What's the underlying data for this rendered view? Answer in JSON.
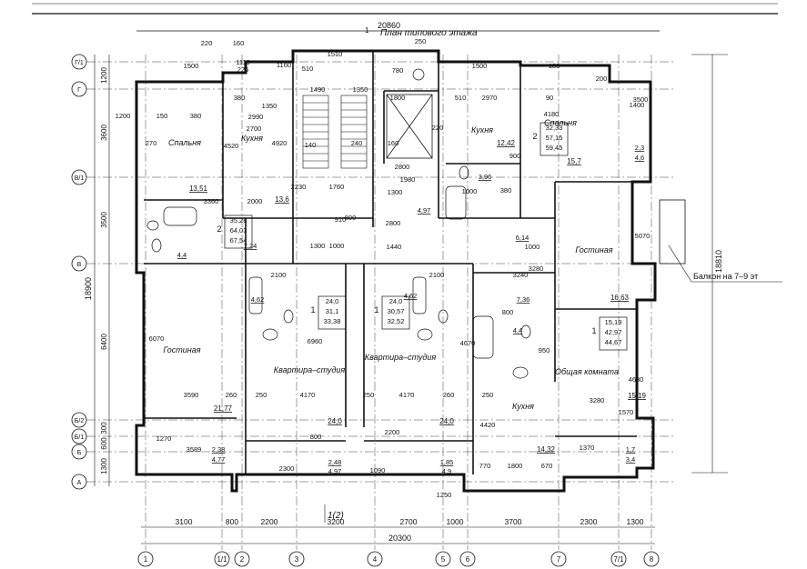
{
  "title": "План типового этажа",
  "top_marker": "1",
  "balcony_note": "Балкон на 7–9 эт",
  "axis_mark": "1(2)",
  "overall": {
    "top": "20860",
    "bottom": "20300",
    "right_total": "18810",
    "left_total": "18900"
  },
  "axes_bottom": [
    {
      "id": "1"
    },
    {
      "id": "1/1"
    },
    {
      "id": "2"
    },
    {
      "id": "3"
    },
    {
      "id": "4"
    },
    {
      "id": "5"
    },
    {
      "id": "6"
    },
    {
      "id": "7"
    },
    {
      "id": "7/1"
    },
    {
      "id": "8"
    }
  ],
  "bottom_dims": [
    "3100",
    "800",
    "2200",
    "3200",
    "2700",
    "1000",
    "3700",
    "2300",
    "1300"
  ],
  "axes_left": [
    {
      "id": "Г/1"
    },
    {
      "id": "Г"
    },
    {
      "id": "В/1"
    },
    {
      "id": "В"
    },
    {
      "id": "Б/2"
    },
    {
      "id": "Б/1"
    },
    {
      "id": "Б"
    },
    {
      "id": "А"
    }
  ],
  "left_dims": [
    "1200",
    "3600",
    "3500",
    "6400",
    "300",
    "600",
    "1300"
  ],
  "rooms": [
    {
      "name": "Спальня",
      "area": "13,51"
    },
    {
      "name": "Кухня",
      "area": "13,6"
    },
    {
      "name": "Кухня",
      "area": "12,42"
    },
    {
      "name": "Спальня",
      "area": "15,7"
    },
    {
      "name": "Гостиная",
      "area": "16,63"
    },
    {
      "name": "Гостиная",
      "area": "21,77"
    },
    {
      "name": "Квартира–студия",
      "area": "24,0"
    },
    {
      "name": "Квартира–студия",
      "area": "24,0"
    },
    {
      "name": "Кухня",
      "area": "14,32"
    },
    {
      "name": "Общая комната",
      "area": "15,19"
    }
  ],
  "small_areas": [
    "4,4",
    "7,24",
    "4,62",
    "4,62",
    "7,36",
    "4,4",
    "3,96",
    "6,14",
    "4,97",
    "2,3",
    "4,6",
    "2,38",
    "4,77",
    "2,48",
    "4,97",
    "1,85",
    "4,9",
    "1,7",
    "3,4"
  ],
  "apartments": [
    {
      "rooms": "2",
      "v": [
        "35,28",
        "64,03",
        "67,54"
      ]
    },
    {
      "rooms": "1",
      "v": [
        "24,0",
        "31,1",
        "33,38"
      ]
    },
    {
      "rooms": "1",
      "v": [
        "24,0",
        "30,57",
        "32,52"
      ]
    },
    {
      "rooms": "1",
      "v": [
        "15,19",
        "42,97",
        "44,67"
      ]
    },
    {
      "rooms": "2",
      "v": [
        "32,33",
        "57,15",
        "59,45"
      ]
    }
  ],
  "inner_dims": [
    "220",
    "160",
    "1510",
    "250",
    "1500",
    "1113",
    "226",
    "1160",
    "510",
    "780",
    "1500",
    "180",
    "200",
    "1400",
    "380",
    "1350",
    "1490",
    "1350",
    "1800",
    "510",
    "2970",
    "90",
    "3500",
    "1200",
    "150",
    "380",
    "2990",
    "2700",
    "270",
    "4520",
    "4920",
    "140",
    "240",
    "160",
    "220",
    "4180",
    "3360",
    "900",
    "800",
    "2800",
    "1000",
    "1980",
    "2230",
    "1760",
    "1300",
    "380",
    "2000",
    "910",
    "2800",
    "1300",
    "1000",
    "1000",
    "1440",
    "3280",
    "2100",
    "2100",
    "3240",
    "6070",
    "6960",
    "4670",
    "5070",
    "800",
    "950",
    "3590",
    "260",
    "250",
    "4170",
    "250",
    "4170",
    "260",
    "250",
    "4420",
    "3280",
    "1570",
    "4630",
    "800",
    "2200",
    "1270",
    "3589",
    "2300",
    "1090",
    "1250",
    "1370",
    "1800",
    "770",
    "670"
  ]
}
